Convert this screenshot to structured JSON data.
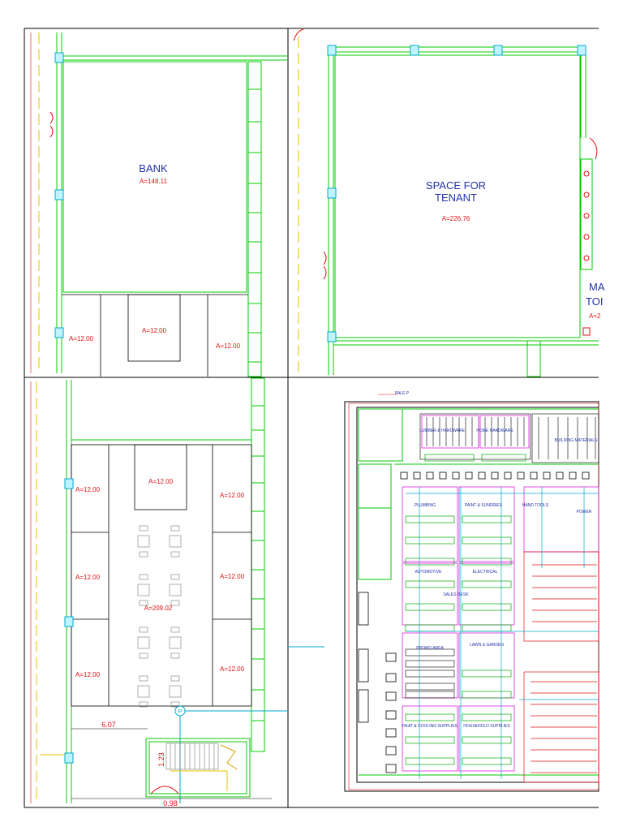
{
  "rooms": {
    "bank": {
      "name": "BANK",
      "area": "A=148.11"
    },
    "tenant": {
      "name_line1": "SPACE FOR",
      "name_line2": "TENANT",
      "area": "A=226.76"
    },
    "toilet_partial": {
      "line1": "MA",
      "line2": "TOI",
      "area": "A=2"
    },
    "food_court_center": {
      "area": "A=209.02"
    }
  },
  "stalls": {
    "top_left": "A=12.00",
    "top_mid": "A=12.00",
    "top_right": "A=12.00",
    "fc_left_1": "A=12.00",
    "fc_left_2": "A=12.00",
    "fc_left_3": "A=12.00",
    "fc_top_center": "A=12.00",
    "fc_right_1": "A=12.00",
    "fc_right_2": "A=12.00",
    "fc_right_3": "A=12.00"
  },
  "dimensions": {
    "d1": "6.07",
    "d2": "1.23",
    "d3": "0.98"
  },
  "store_departments": [
    "LUMBER & HARDWARE",
    "HOME HARDWARE",
    "PLUMBING",
    "PAINT & SUNDRIES",
    "HAND TOOLS",
    "POWER",
    "AUTOMOTIVE",
    "ELECTRICAL",
    "SALES DESK",
    "PROMO AREA",
    "LAWN & GARDEN",
    "HEAT & COOLING SUPPLIES",
    "HOUSEHOLD SUPPLIES",
    "BUILDING MATERIALS"
  ],
  "store_tags": {
    "top_marker": "PALE P",
    "door_marker": "P"
  },
  "colors": {
    "wall": "#00cc00",
    "column": "#00aacc",
    "label": "#2233aa",
    "area": "#e01010",
    "structure": "#000000",
    "centerline": "#e8c000"
  }
}
